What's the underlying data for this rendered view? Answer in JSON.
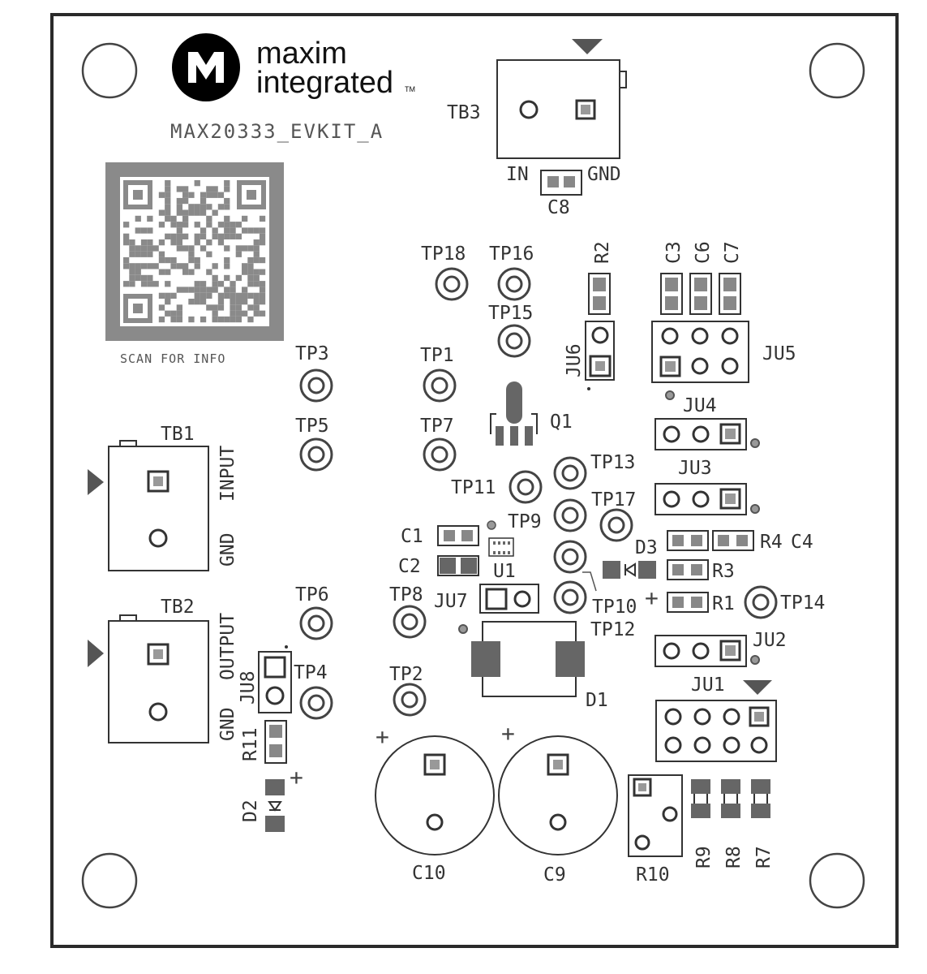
{
  "logo": {
    "line1": "maxim",
    "line2": "integrated",
    "tm": "TM",
    "mark": "maxim-mark-icon"
  },
  "board_name": "MAX20333_EVKIT_A",
  "qr_caption": "SCAN FOR INFO",
  "labels": {
    "TB1": "TB1",
    "TB2": "TB2",
    "TB3": "TB3",
    "TB1_INPUT": "INPUT",
    "TB1_GND": "GND",
    "TB2_OUTPUT": "OUTPUT",
    "TB2_GND": "GND",
    "TB3_IN": "IN",
    "TB3_GND": "GND",
    "TP1": "TP1",
    "TP2": "TP2",
    "TP3": "TP3",
    "TP4": "TP4",
    "TP5": "TP5",
    "TP6": "TP6",
    "TP7": "TP7",
    "TP8": "TP8",
    "TP9": "TP9",
    "TP10": "TP10",
    "TP11": "TP11",
    "TP12": "TP12",
    "TP13": "TP13",
    "TP14": "TP14",
    "TP15": "TP15",
    "TP16": "TP16",
    "TP17": "TP17",
    "TP18": "TP18",
    "JU1": "JU1",
    "JU2": "JU2",
    "JU3": "JU3",
    "JU4": "JU4",
    "JU5": "JU5",
    "JU6": "JU6",
    "JU7": "JU7",
    "JU8": "JU8",
    "C1": "C1",
    "C2": "C2",
    "C3": "C3",
    "C4": "C4",
    "C6": "C6",
    "C7": "C7",
    "C8": "C8",
    "C9": "C9",
    "C10": "C10",
    "R1": "R1",
    "R2": "R2",
    "R3": "R3",
    "R4": "R4",
    "R7": "R7",
    "R8": "R8",
    "R9": "R9",
    "R10": "R10",
    "R11": "R11",
    "D1": "D1",
    "D2": "D2",
    "D3": "D3",
    "Q1": "Q1",
    "U1": "U1",
    "plus": "+"
  },
  "colors": {
    "outline": "#2a2a2a",
    "silkscreen": "#333333",
    "pad": "#555555",
    "pad_fill": "#999999",
    "qr": "#8a8a8a",
    "logo": "#000000"
  }
}
